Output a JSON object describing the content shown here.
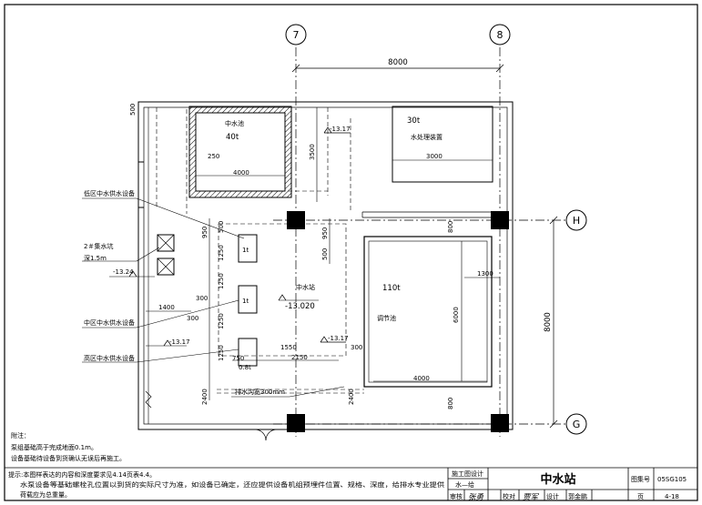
{
  "axes": {
    "col_left": "7",
    "col_right": "8",
    "row_top": "H",
    "row_bottom": "G"
  },
  "dims": {
    "top_span": "8000",
    "side_span": "8000",
    "d500": "500",
    "d250": "250",
    "d4000a": "4000",
    "d3500": "3500",
    "d3000": "3000",
    "d950a": "950",
    "d500b": "500",
    "d1250a": "1250",
    "d950b": "950",
    "d500c": "500",
    "d800a": "800",
    "d1300": "1300",
    "d6000": "6000",
    "d1250b": "1250",
    "d300a": "300",
    "d1400": "1400",
    "d300b": "300",
    "d1250c": "1250",
    "d1250d": "1250",
    "d750": "750",
    "d1550": "1550",
    "d2150": "2150",
    "d300c": "300",
    "d4000b": "4000",
    "d800b": "800",
    "d2400a": "2400",
    "d2400b": "2400"
  },
  "labels": {
    "pool": "中水池",
    "pool_cap": "40t",
    "treat_cap": "30t",
    "treat": "水处理装置",
    "elev1": "-13.17",
    "elev2": "-13.24",
    "elev3": "-13.17",
    "elev4": "-13.17",
    "regulate_cap": "110t",
    "regulate": "调节池",
    "station": "中水站",
    "station_elev": "-13.020",
    "tank1": "1t",
    "tank2": "1t",
    "tank3": "0.8t",
    "low_zone": "低区中水供水设备",
    "pit": "2＃集水坑",
    "pit_depth": "深1.5m",
    "mid_zone": "中区中水供水设备",
    "high_zone": "高区中水供水设备",
    "trench": "排水沟宽300mm"
  },
  "notes": {
    "head": "附注：",
    "line1": "泵组基础高于完成地面0.1m。",
    "line2": "设备基础待设备到货确认无误后再施工。"
  },
  "titleblock": {
    "tip_line1": "提示:本图样表达的内容和深度要求见4.14页表4.4。",
    "tip_line2": "水泵设备等基础螺栓孔位置以到货的实际尺寸为准，如设备已确定，还应提供设备机组预埋件位置、规格、深度，给排水专业提供",
    "tip_line3": "荷载应为总重量。",
    "stage": "施工图设计",
    "discipline": "水—给",
    "title": "中水站",
    "atlas_label": "图集号",
    "atlas_no": "05SG105",
    "review": "审核",
    "reviewer": "张勇",
    "check": "校对",
    "checker": "贾军",
    "design": "设计",
    "designer": "郭金鹏",
    "page_label": "页",
    "page_no": "4-18"
  }
}
